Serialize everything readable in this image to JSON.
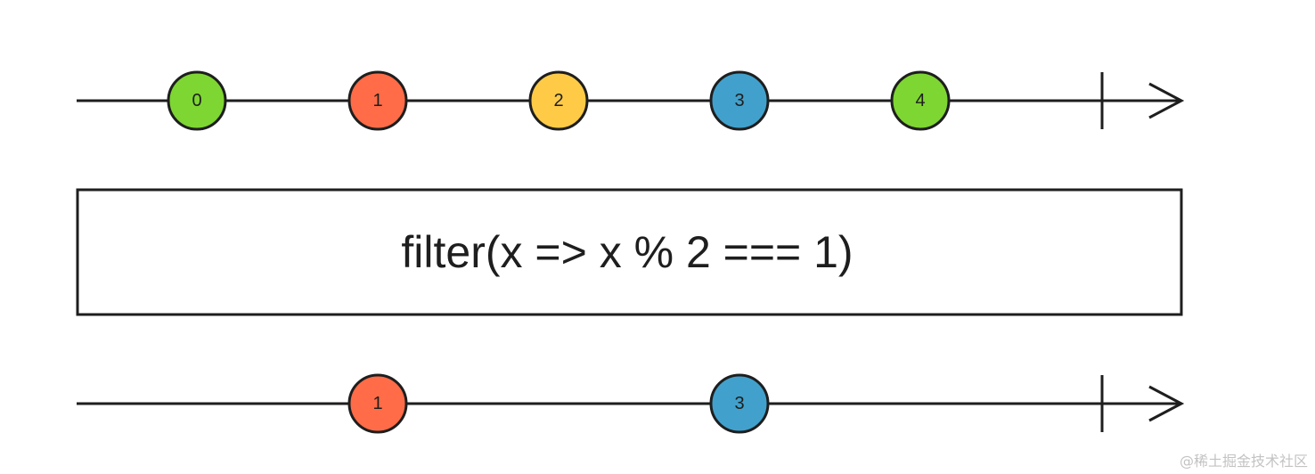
{
  "colors": {
    "stroke": "#1e1e1e",
    "green": "#7ed632",
    "red": "#ff6c47",
    "yellow": "#ffcb47",
    "blue": "#41a1cc",
    "watermark": "#c3c3c3"
  },
  "input_stream": {
    "marbles": [
      {
        "label": "0",
        "color": "#7ed632"
      },
      {
        "label": "1",
        "color": "#ff6c47"
      },
      {
        "label": "2",
        "color": "#ffcb47"
      },
      {
        "label": "3",
        "color": "#41a1cc"
      },
      {
        "label": "4",
        "color": "#7ed632"
      }
    ]
  },
  "operator": {
    "label": "filter(x => x % 2 === 1)"
  },
  "output_stream": {
    "marbles": [
      {
        "label": "1",
        "color": "#ff6c47"
      },
      {
        "label": "3",
        "color": "#41a1cc"
      }
    ]
  },
  "watermark": "@稀土掘金技术社区"
}
